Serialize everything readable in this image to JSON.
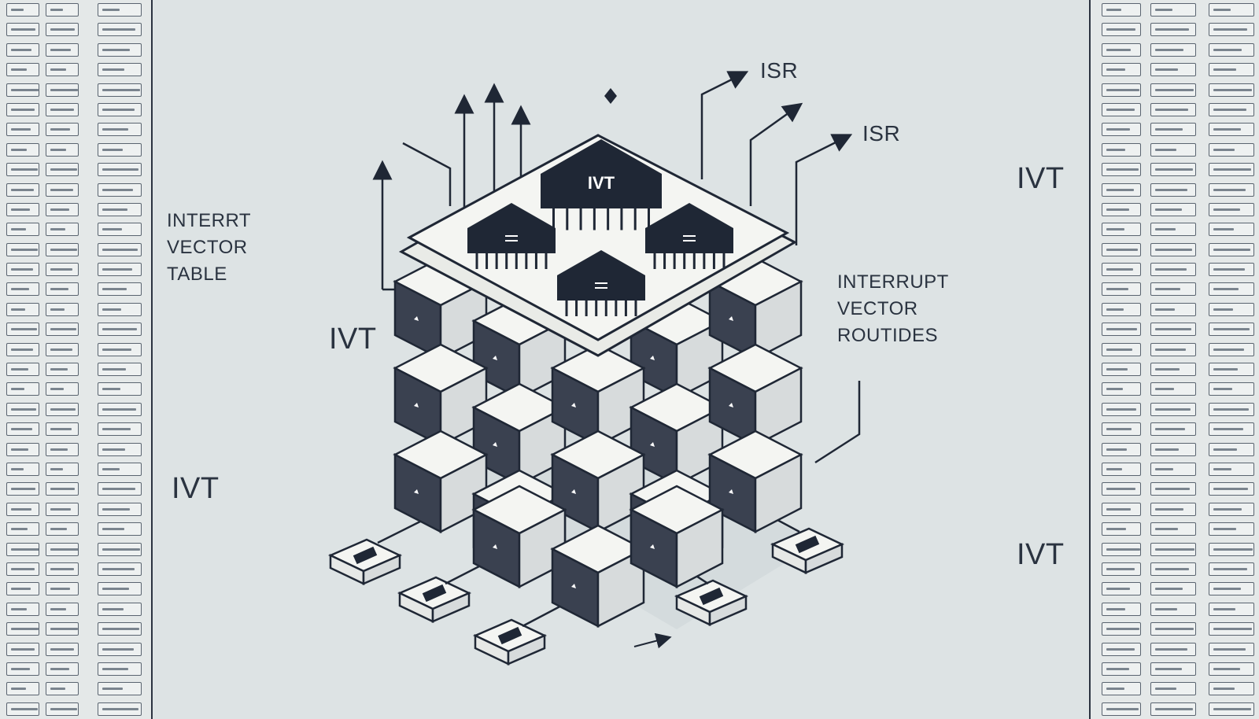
{
  "labels": {
    "left_block": [
      "INTERRT",
      "VECTOR",
      "TABLE"
    ],
    "right_block": [
      "INTERRUPT",
      "VECTOR",
      "ROUTIDES"
    ],
    "ivt_left_upper": "IVT",
    "ivt_left_lower": "IVT",
    "ivt_right_upper": "IVT",
    "ivt_right_lower": "IVT",
    "isr_top": "ISR",
    "isr_mid": "ISR",
    "main_chip": "IVT"
  },
  "colors": {
    "background": "#dde3e4",
    "line": "#1f2735",
    "block_dark": "#3a4150",
    "block_light": "#f4f5f2",
    "chip": "#1f2735"
  }
}
